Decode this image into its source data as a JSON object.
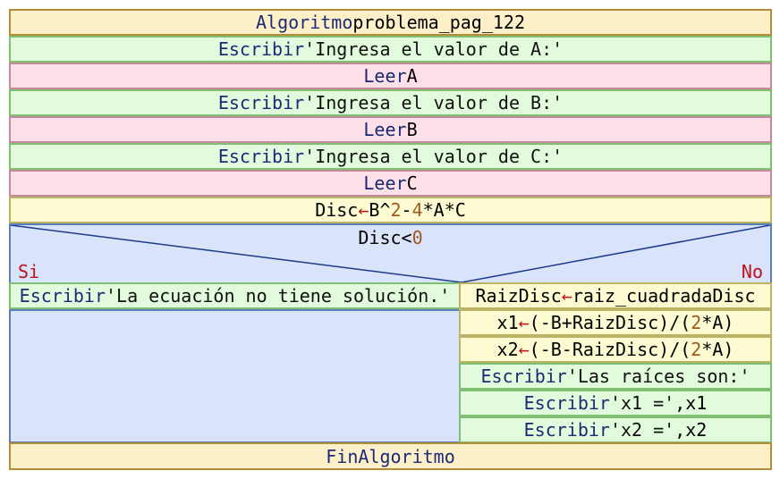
{
  "header": {
    "keyword": "Algoritmo",
    "name": "problema_pag_122"
  },
  "steps": [
    {
      "kw": "Escribir",
      "str": "'Ingresa el valor de A:'"
    },
    {
      "kw": "Leer",
      "var": "A"
    },
    {
      "kw": "Escribir",
      "str": "'Ingresa el valor de B:'"
    },
    {
      "kw": "Leer",
      "var": "B"
    },
    {
      "kw": "Escribir",
      "str": "'Ingresa el valor de C:'"
    },
    {
      "kw": "Leer",
      "var": "C"
    }
  ],
  "assign_disc": {
    "lhs": "Disc",
    "arrow": "←",
    "p1": "B^",
    "n1": "2",
    "p2": "-",
    "n2": "4",
    "p3": "*A*C"
  },
  "condition": {
    "v": "Disc<",
    "n": "0",
    "yes_label": "Si",
    "no_label": "No"
  },
  "yes_branch": {
    "kw": "Escribir",
    "str": "'La ecuación no tiene solución.'"
  },
  "no_branch": {
    "raiz": {
      "lhs": "RaizDisc",
      "arrow": "←",
      "rhs": "raiz_cuadradaDisc"
    },
    "x1": {
      "lhs": "x1",
      "arrow": "←",
      "a": "(-B+RaizDisc)/(",
      "n": "2",
      "b": "*A)"
    },
    "x2": {
      "lhs": "x2",
      "arrow": "←",
      "a": "(-B-RaizDisc)/(",
      "n": "2",
      "b": "*A)"
    },
    "out1": {
      "kw": "Escribir",
      "str": "'Las raíces son:'"
    },
    "out2": {
      "kw": "Escribir",
      "str": "'x1 ='",
      "rest": ",x1"
    },
    "out3": {
      "kw": "Escribir",
      "str": "'x2 ='",
      "rest": ",x2"
    }
  },
  "footer": {
    "keyword": "FinAlgoritmo"
  }
}
